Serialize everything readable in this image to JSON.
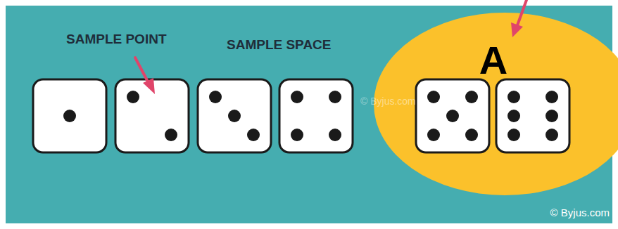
{
  "diagram": {
    "nodes": [
      {
        "text": [
          "A"
        ]
      }
    ],
    "labels": [
      "SAMPLE POINT",
      "SAMPLE SPACE",
      "© Byjus.com",
      "© Byjus.com"
    ]
  }
}
